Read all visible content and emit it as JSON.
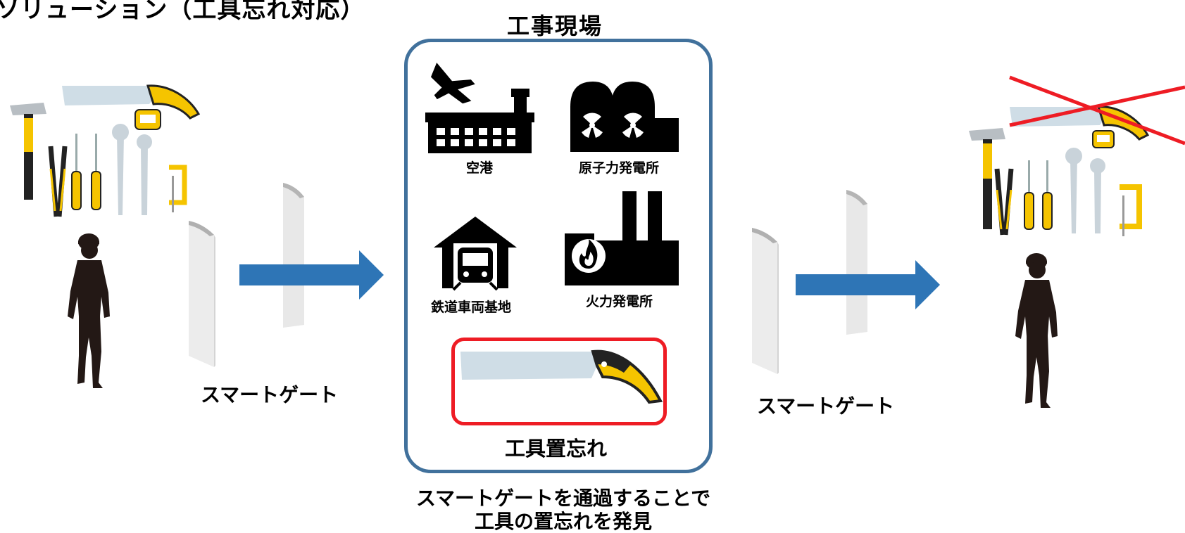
{
  "title": "ソリューション（工具忘れ対応）",
  "site": {
    "title": "工事現場",
    "facilities": [
      {
        "label": "空港",
        "icon": "airport-icon"
      },
      {
        "label": "原子力発電所",
        "icon": "nuclear-plant-icon"
      },
      {
        "label": "鉄道車両基地",
        "icon": "train-depot-icon"
      },
      {
        "label": "火力発電所",
        "icon": "thermal-plant-icon"
      }
    ],
    "forgotten_tool": {
      "label": "工具置忘れ",
      "icon": "saw-icon"
    }
  },
  "gates": [
    {
      "label": "スマートゲート"
    },
    {
      "label": "スマートゲート"
    }
  ],
  "caption": {
    "line1": "スマートゲートを通過することで",
    "line2": "工具の置忘れを発見"
  },
  "colors": {
    "arrow": "#2e75b6",
    "frame": "#41719c",
    "highlight": "#ee1c24",
    "tool_yellow": "#f5c400",
    "silhouette": "#231815"
  }
}
